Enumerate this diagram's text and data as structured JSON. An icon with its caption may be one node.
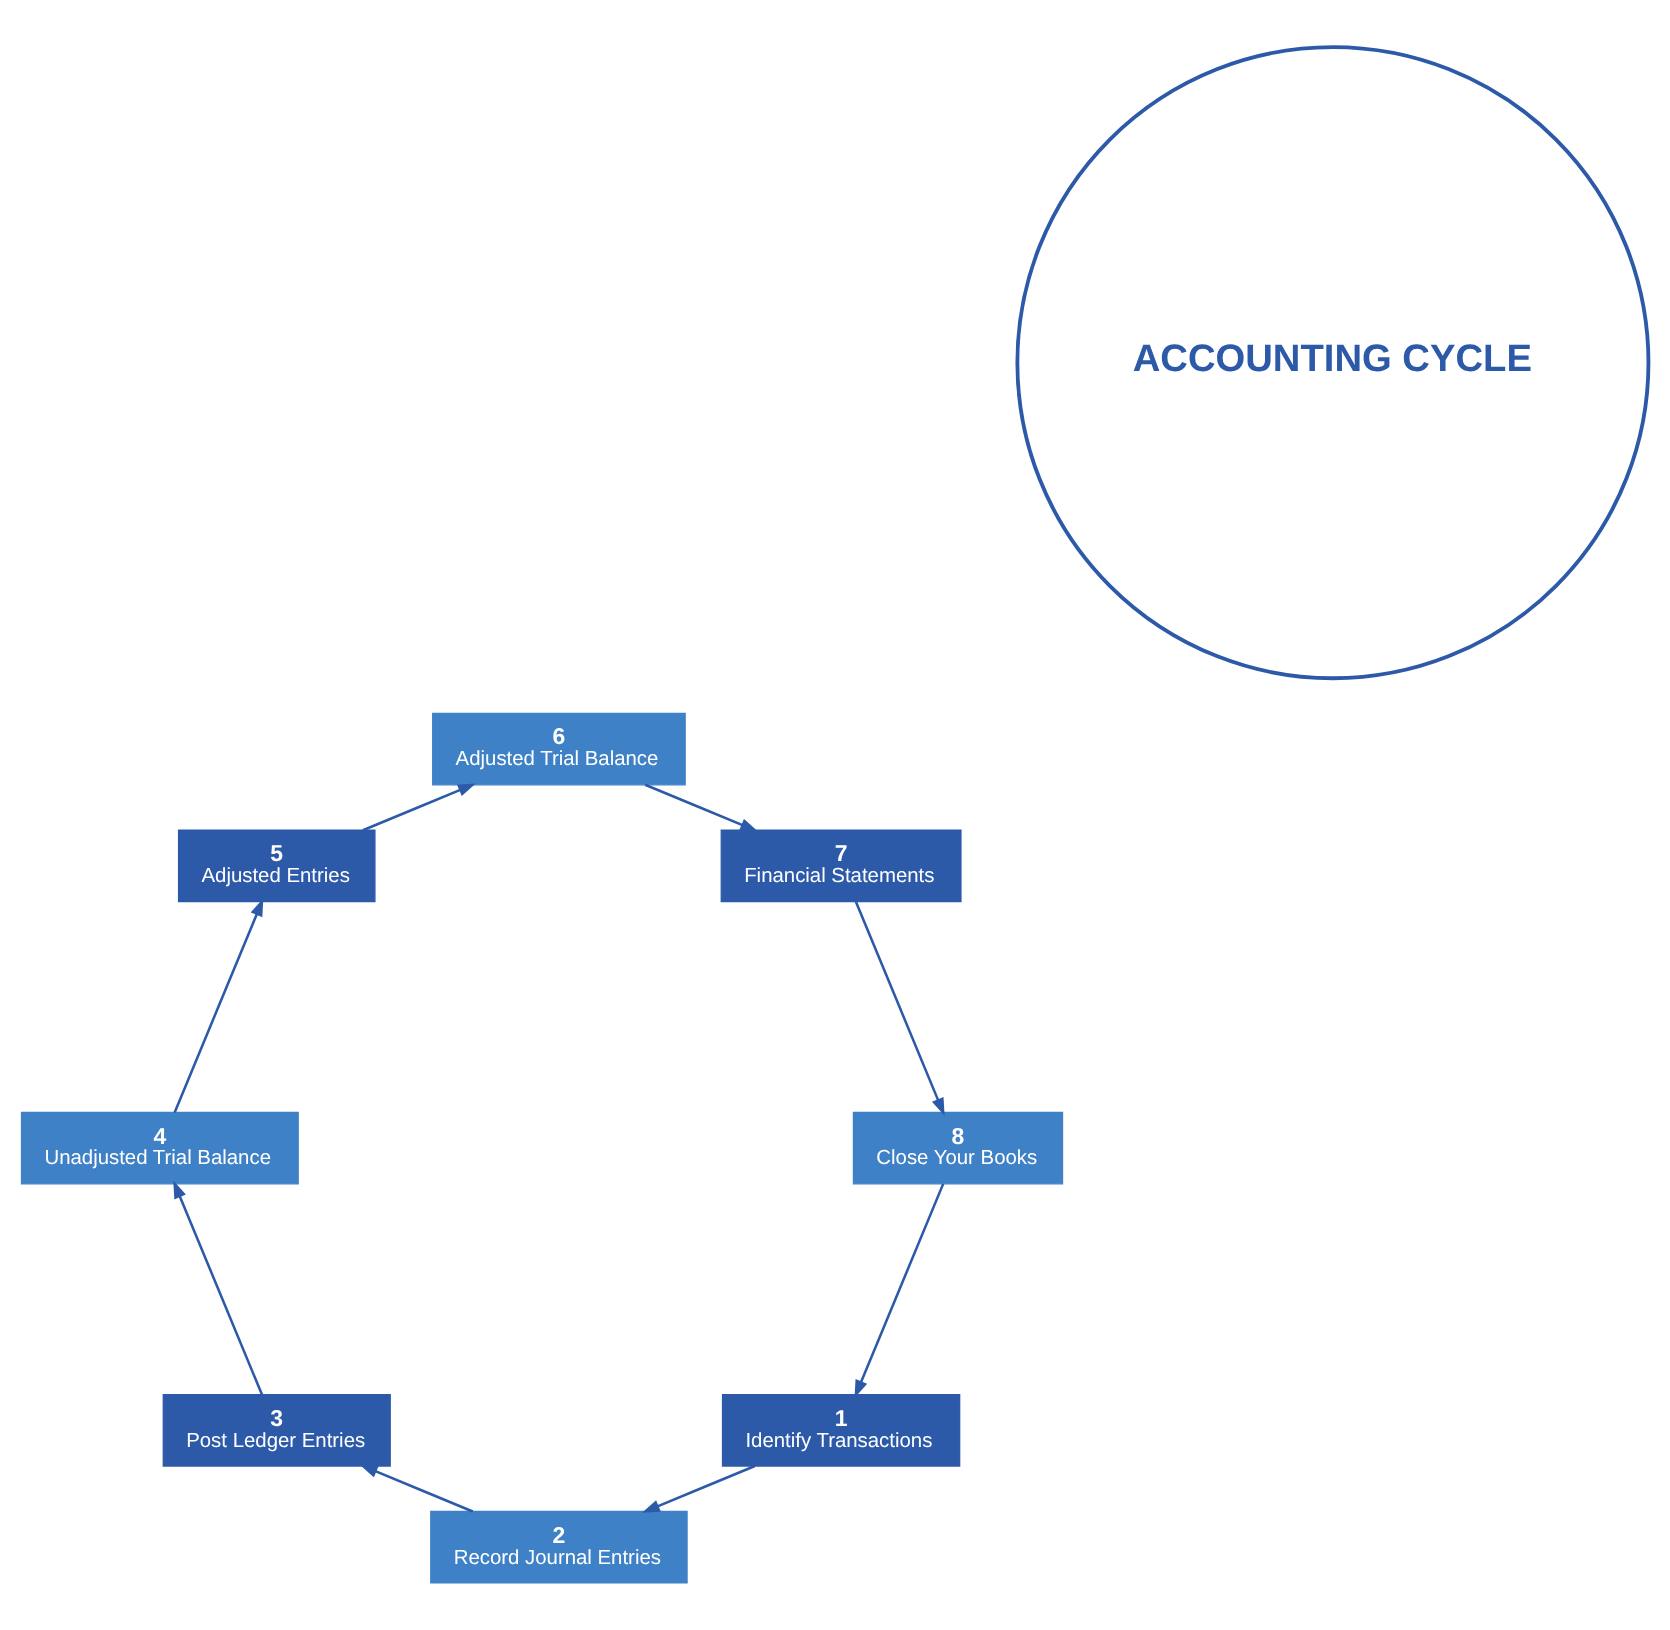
{
  "diagram": {
    "nodes": [
      {
        "text": [
          "1",
          "Identify Transactions"
        ]
      },
      {
        "text": [
          "2",
          "Record Journal Entries"
        ]
      },
      {
        "text": [
          "3",
          "Post Ledger Entries"
        ]
      },
      {
        "text": [
          "4",
          "Unadjusted Trial Balance"
        ]
      },
      {
        "text": [
          "5",
          "Adjusted Entries"
        ]
      },
      {
        "text": [
          "6",
          "Adjusted Trial Balance"
        ]
      },
      {
        "text": [
          "7",
          "Financial Statements"
        ]
      },
      {
        "text": [
          "8",
          "Close Your Books"
        ]
      },
      {
        "text": [
          "ACCOUNTING CYCLE"
        ]
      }
    ],
    "edges": [
      {
        "from": 0,
        "to": 1,
        "arrow": "to"
      },
      {
        "from": 1,
        "to": 2,
        "arrow": "to"
      },
      {
        "from": 2,
        "to": 3,
        "arrow": "to"
      },
      {
        "from": 3,
        "to": 4,
        "arrow": "to"
      },
      {
        "from": 4,
        "to": 5,
        "arrow": "to"
      },
      {
        "from": 5,
        "to": 6,
        "arrow": "to"
      },
      {
        "from": 6,
        "to": 7,
        "arrow": "to"
      },
      {
        "from": 7,
        "to": 0,
        "arrow": "to"
      }
    ]
  }
}
